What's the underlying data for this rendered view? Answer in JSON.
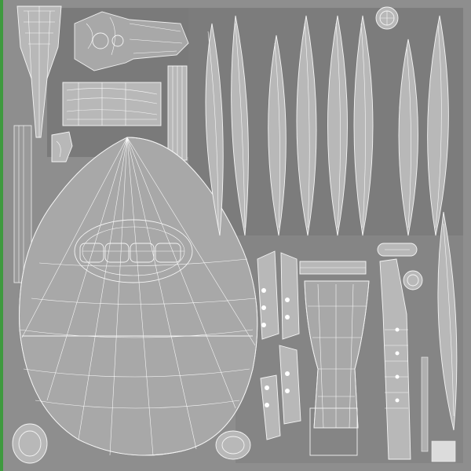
{
  "image": {
    "kind": "uv-texture-wireframe-layout",
    "background_color": "#8a8a8a",
    "island_color": "#a8a8a8",
    "wire_color": "#f4f4f4"
  },
  "islands": {
    "body_bowl": "lute-body-bowl",
    "sound_hole": "sound-hole-rosette",
    "staves": "body-staves",
    "neck": "neck-fingerboard",
    "pegbox": "pegbox",
    "headstock_top": "headstock-carving",
    "peg_strips": "tuning-peg-strips",
    "bridge": "bridge-block",
    "rosettes": "small-rosettes",
    "string_bars": "string-bars"
  }
}
